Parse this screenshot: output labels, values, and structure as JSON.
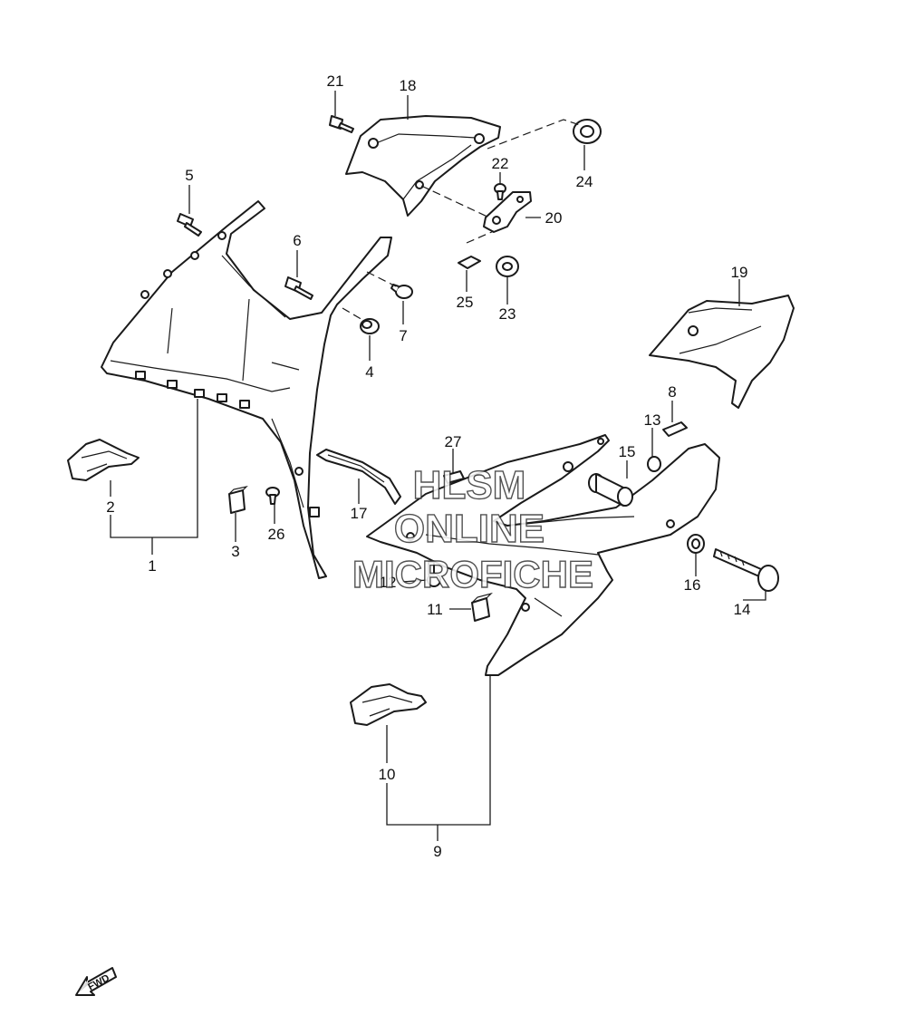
{
  "callouts": {
    "n1": "1",
    "n2": "2",
    "n3": "3",
    "n4": "4",
    "n5": "5",
    "n6": "6",
    "n7": "7",
    "n8": "8",
    "n9": "9",
    "n10": "10",
    "n11": "11",
    "n12": "12",
    "n13": "13",
    "n14": "14",
    "n15": "15",
    "n16": "16",
    "n17": "17",
    "n18": "18",
    "n19": "19",
    "n20": "20",
    "n21": "21",
    "n22": "22",
    "n23": "23",
    "n24": "24",
    "n25": "25",
    "n26": "26",
    "n27": "27"
  },
  "watermark": {
    "line1": "HLSM",
    "line2": "ONLINE",
    "line3": "MICROFICHE"
  },
  "direction_label": "FWD",
  "colors": {
    "line": "#1a1a1a",
    "background": "#ffffff"
  }
}
